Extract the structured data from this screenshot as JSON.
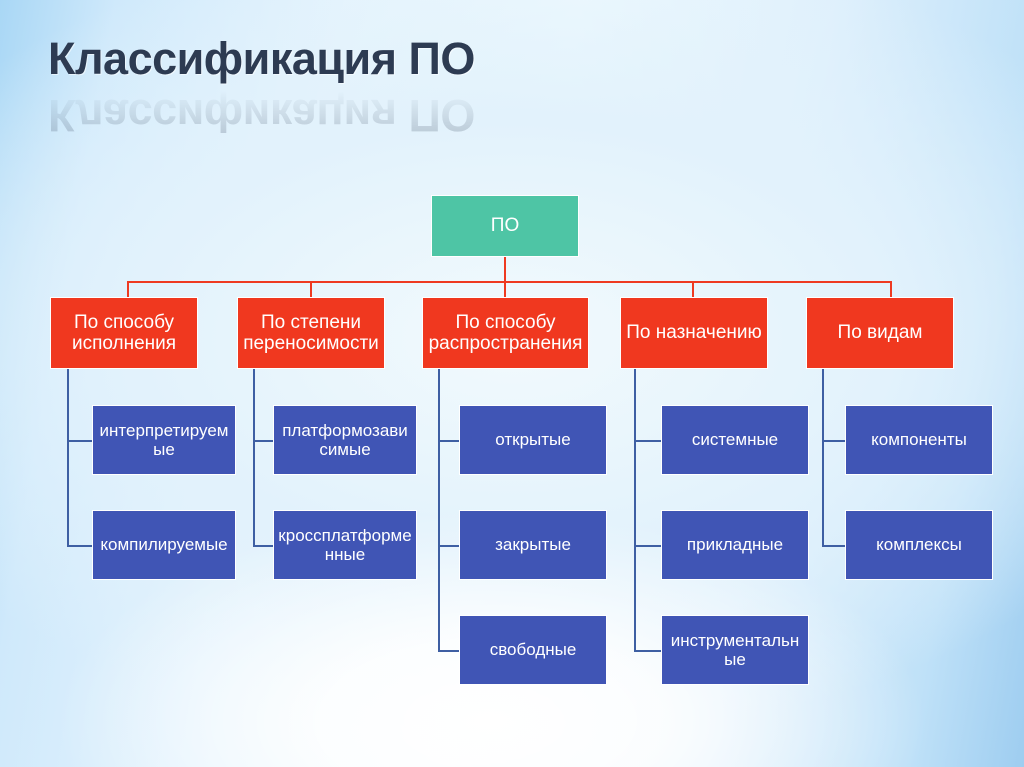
{
  "slide": {
    "title": "Классификация ПО",
    "background_colors": {
      "edge_blue": "#a9d7f5",
      "center_light": "#eef9fe"
    }
  },
  "colors": {
    "root_box": "#4ec5a5",
    "category_box": "#f0381f",
    "leaf_box": "#4055b5",
    "title_text": "#2d3b52",
    "red_connector": "#ee3a21",
    "blue_connector": "#3e5fa3",
    "box_text": "#ffffff"
  },
  "diagram": {
    "type": "tree",
    "root": {
      "label": "ПО"
    },
    "categories": [
      {
        "label": "По способу исполнения",
        "children": [
          {
            "label": "интерпретируемые"
          },
          {
            "label": "компилируемые"
          }
        ]
      },
      {
        "label": "По степени переносимости",
        "children": [
          {
            "label": "платформозависимые"
          },
          {
            "label": "кроссплатформенные"
          }
        ]
      },
      {
        "label": "По способу распространения",
        "children": [
          {
            "label": "открытые"
          },
          {
            "label": "закрытые"
          },
          {
            "label": "свободные"
          }
        ]
      },
      {
        "label": "По назначению",
        "children": [
          {
            "label": "системные"
          },
          {
            "label": "прикладные"
          },
          {
            "label": "инструментальные"
          }
        ]
      },
      {
        "label": "По видам",
        "children": [
          {
            "label": "компоненты"
          },
          {
            "label": "комплексы"
          }
        ]
      }
    ]
  }
}
